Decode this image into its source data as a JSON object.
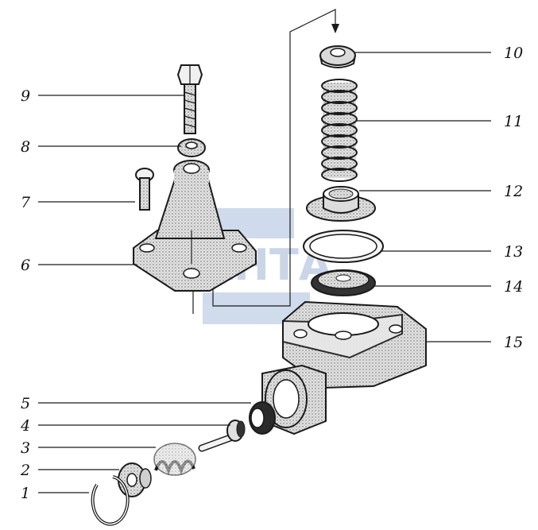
{
  "colors": {
    "ink": "#1a1a1a",
    "stipple": "#d9d9d9",
    "watermark": "#9fb4d6"
  },
  "watermark": {
    "text": "АНТА"
  },
  "callouts": [
    {
      "id": "1",
      "label": "1"
    },
    {
      "id": "2",
      "label": "2"
    },
    {
      "id": "3",
      "label": "3"
    },
    {
      "id": "4",
      "label": "4"
    },
    {
      "id": "5",
      "label": "5"
    },
    {
      "id": "6",
      "label": "6"
    },
    {
      "id": "7",
      "label": "7"
    },
    {
      "id": "8",
      "label": "8"
    },
    {
      "id": "9",
      "label": "9"
    },
    {
      "id": "10",
      "label": "10"
    },
    {
      "id": "11",
      "label": "11"
    },
    {
      "id": "12",
      "label": "12"
    },
    {
      "id": "13",
      "label": "13"
    },
    {
      "id": "14",
      "label": "14"
    },
    {
      "id": "15",
      "label": "15"
    }
  ]
}
